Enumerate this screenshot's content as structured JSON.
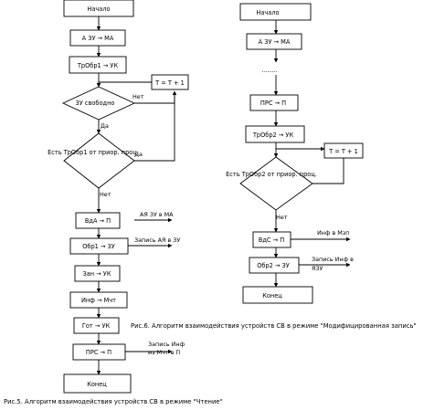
{
  "left": {
    "start": "Начало",
    "step_az_ma": "А ЗУ → МА",
    "step_trobr1_uk": "ТрОбр1 → УК",
    "inc_t": "Т = Т + 1",
    "decision_zu_free": "ЗУ свободно",
    "label_no_1": "Нет",
    "label_yes_1": "Да",
    "decision_trobr1": "Есть ТрОбр1 от приор. проц.",
    "label_yes_2": "Да",
    "label_no_2": "Нет",
    "step_vda_p": "ВдА → П",
    "step_obr1_zu": "Обр1 → ЗУ",
    "step_zan_uk": "Зан → УК",
    "step_inf_mcht": "Инф → Мчт",
    "step_got_uk": "Гот → УК",
    "step_prs_p": "ПРС → П",
    "end": "Конец",
    "note_aya_zu_ma": "АЯ ЗУ в МА",
    "note_write_aya": "Запись АЯ в ЗУ",
    "note_write_inf_1": "Запись Инф",
    "note_write_inf_2": "из Мчт в П",
    "caption": "Рис.5.  Алгоритм взаимодействия устройств СВ в режиме \"Чтение\""
  },
  "right": {
    "start": "Начало",
    "step_az_ma": "А ЗУ → МА",
    "dots": "........",
    "step_prs_p": "ПРС → П",
    "step_trobr2_uk": "ТрОбр2 → УК",
    "inc_t": "Т = Т + 1",
    "decision_trobr2": "Есть ТрОбр2 от приор. проц.",
    "label_no": "Нет",
    "step_vds_p": "ВдС → П",
    "step_obr2_zu": "Обр2 → ЗУ",
    "end": "Конец",
    "note_inf_mzp": "Инф в Мзп",
    "note_write_inf_1": "Запись Инф в",
    "note_write_inf_2": "ЯЗУ",
    "caption": "Рис.6.  Алгоритм взаимодействия устройств СВ в режиме \"Модифицированная запись\""
  }
}
